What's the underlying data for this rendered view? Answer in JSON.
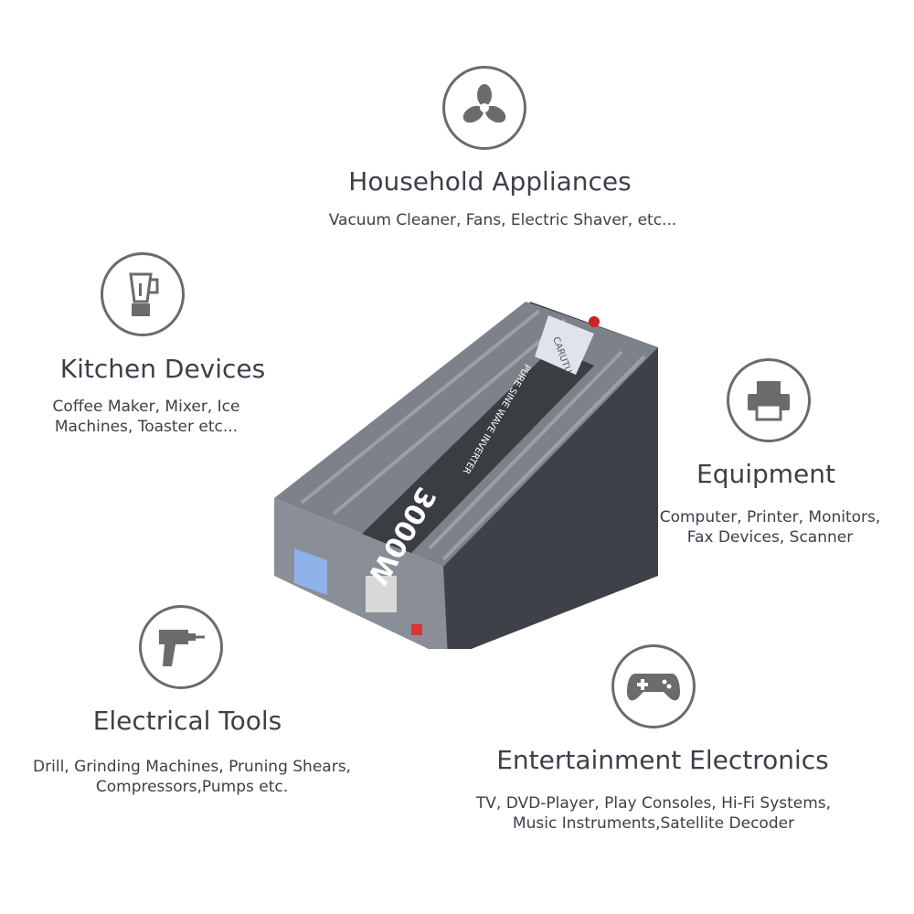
{
  "sections": [
    {
      "title": "Household Appliances",
      "desc": "Vacuum Cleaner, Fans, Electric Shaver, etc...",
      "icon": "fan-icon"
    },
    {
      "title": "Kitchen Devices",
      "desc": "Coffee Maker, Mixer, Ice Machines, Toaster etc...",
      "icon": "blender-icon"
    },
    {
      "title": "Equipment",
      "desc": "Computer, Printer, Monitors, Fax Devices, Scanner",
      "icon": "printer-icon"
    },
    {
      "title": "Electrical Tools",
      "desc": "Drill, Grinding Machines, Pruning Shears, Compressors,Pumps etc.",
      "icon": "drill-icon"
    },
    {
      "title": "Entertainment Electronics",
      "desc": "TV, DVD-Player, Play Consoles, Hi-Fi Systems, Music Instruments,Satellite Decoder",
      "icon": "gamepad-icon"
    }
  ],
  "product": {
    "power": "3000W",
    "label": "PURE SINE WAVE INVERTER",
    "brand": "CARUTU"
  },
  "colors": {
    "text": "#3b4049",
    "icon": "#6b6b6b",
    "product": "#6e737b"
  }
}
